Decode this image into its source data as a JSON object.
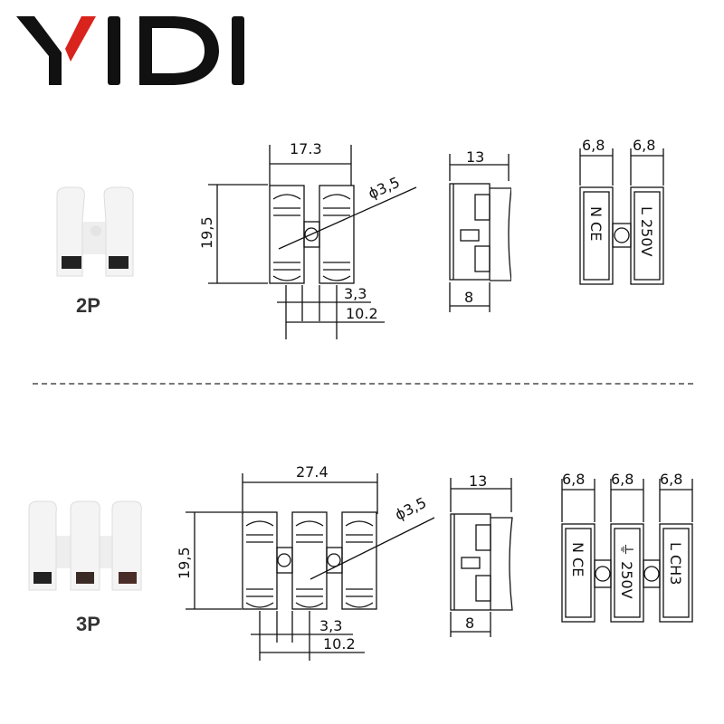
{
  "brand": {
    "name": "YIDI",
    "accent": "#d9231d",
    "text_color": "#111111"
  },
  "products": [
    {
      "label": "2P",
      "top_view": {
        "width": "17.3",
        "height": "19,5",
        "hole": "ϕ3,5",
        "gap": "3,3",
        "pitch": "10.2"
      },
      "side_view": {
        "depth": "13",
        "base": "8"
      },
      "marking_view": {
        "pitches": [
          "6,8",
          "6,8"
        ],
        "terminals": [
          {
            "text": "N CE"
          },
          {
            "text": "L 250V"
          }
        ]
      }
    },
    {
      "label": "3P",
      "top_view": {
        "width": "27.4",
        "height": "19,5",
        "hole": "ϕ3,5",
        "gap": "3,3",
        "pitch": "10.2"
      },
      "side_view": {
        "depth": "13",
        "base": "8"
      },
      "marking_view": {
        "pitches": [
          "6,8",
          "6,8",
          "6,8"
        ],
        "terminals": [
          {
            "text": "N CE"
          },
          {
            "text": "⏚ 250V"
          },
          {
            "text": "L CH3"
          }
        ]
      }
    }
  ]
}
